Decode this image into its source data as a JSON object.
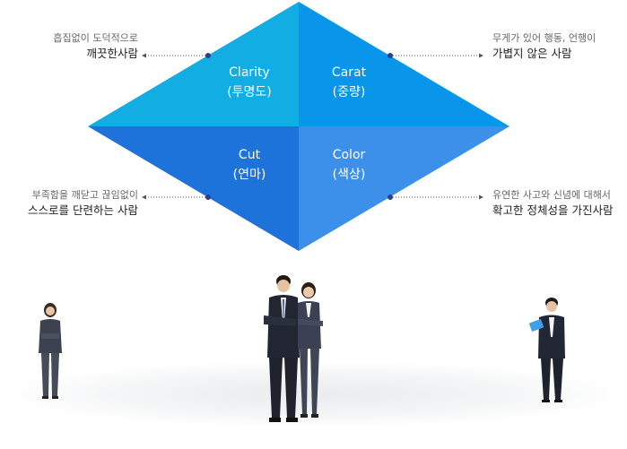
{
  "quadrants": {
    "clarity": {
      "en": "Clarity",
      "ko": "(투명도)",
      "color": "#0aa9e3"
    },
    "carat": {
      "en": "Carat",
      "ko": "(중량)",
      "color": "#0d8be6"
    },
    "cut": {
      "en": "Cut",
      "ko": "(연마)",
      "color": "#1f6fd8"
    },
    "color": {
      "en": "Color",
      "ko": "(색상)",
      "color": "#3b8ee8"
    }
  },
  "callouts": {
    "top_left": {
      "sub": "흡집없이 도덕적으로",
      "main": "깨끗한사람"
    },
    "top_right": {
      "sub": "무게가 있어 행동, 언행이",
      "main": "가볍지 않은 사람"
    },
    "bottom_left": {
      "sub": "부족함을 깨닫고 끊임없이",
      "main": "스스로를 단련하는 사람"
    },
    "bottom_right": {
      "sub": "유연한 사고와 신념에 대해서",
      "main": "확고한 정체성을 가진사람"
    }
  }
}
